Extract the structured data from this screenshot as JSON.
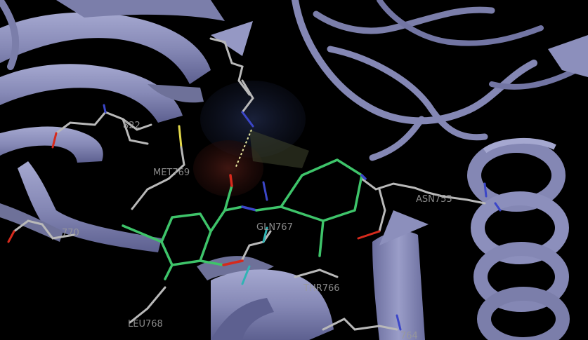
{
  "scene": {
    "background": "#000000",
    "ribbon_color": "#8c8fbc",
    "ligand_color": "#3ec46a",
    "stick_color": "#b9b9b9",
    "nitrogen_color": "#3b46c8",
    "oxygen_color": "#d62a1c",
    "sulfur_color": "#e2d84a",
    "hbond_color": "#e8e8a0"
  },
  "labels": {
    "met769": "MET769",
    "gln767": "GLN767",
    "thr766": "THR766",
    "leu768": "LEU768",
    "res_upper_left": "822",
    "res_left": "770",
    "res_right": "ASN753",
    "res_bottom": "764"
  }
}
